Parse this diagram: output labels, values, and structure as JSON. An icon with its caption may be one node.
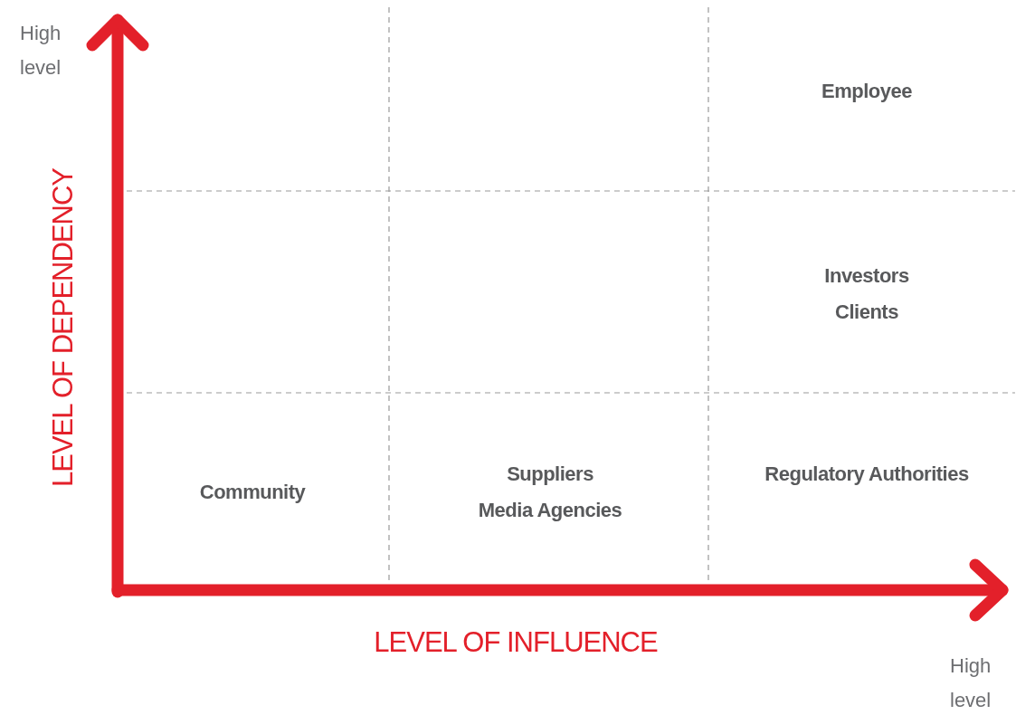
{
  "diagram": {
    "labels": [
      "High level",
      "Employee",
      "LEVEL OF DEPENDENCY",
      "Investors",
      "Clients",
      "Community",
      "Suppliers",
      "Media Agencies",
      "Regulatory Authorities",
      "LEVEL OF INFLUENCE",
      "High level"
    ]
  }
}
